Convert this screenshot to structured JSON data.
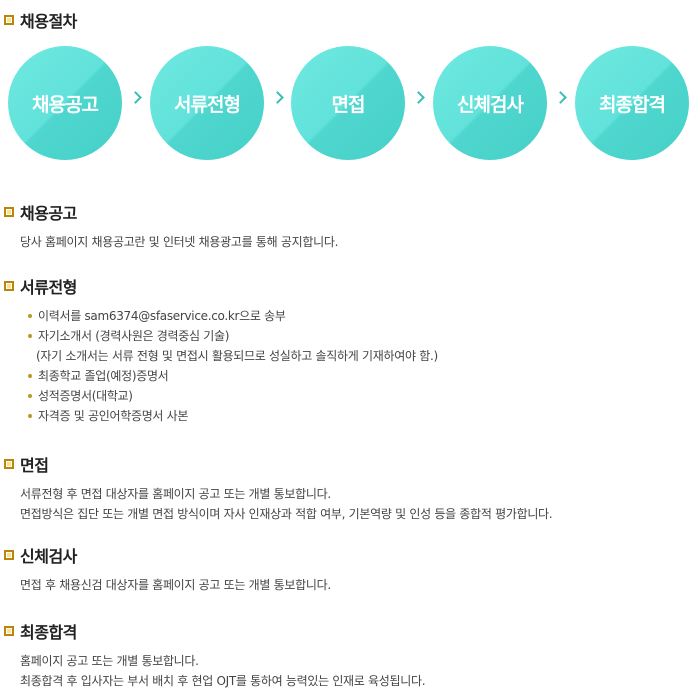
{
  "colors": {
    "accent": "#61e2da",
    "arrow": "#3bbdb5",
    "bullet_box": "#b8860b",
    "bullet_dot": "#b89a2a"
  },
  "process": {
    "title": "채용절차",
    "steps": [
      "채용공고",
      "서류전형",
      "면접",
      "신체검사",
      "최종합격"
    ]
  },
  "recruit_notice": {
    "title": "채용공고",
    "lines": [
      "당사 홈페이지 채용공고란 및 인터넷 채용광고를 통해 공지합니다."
    ]
  },
  "document_screening": {
    "title": "서류전형",
    "items": [
      "이력서를 sam6374@sfaservice.co.kr으로 송부",
      "자기소개서 (경력사원은 경력중심 기술)",
      "(자기 소개서는 서류 전형 및 면접시 활용되므로 성실하고 솔직하게 기재하여야 함.)",
      "최종학교 졸업(예정)증명서",
      "성적증명서(대학교)",
      "자격증 및 공인어학증명서 사본"
    ]
  },
  "interview": {
    "title": "면접",
    "lines": [
      "서류전형 후 면접 대상자를 홈페이지 공고 또는 개별 통보합니다.",
      "면접방식은 집단 또는 개별 면접 방식이며 자사 인재상과 적합 여부, 기본역량 및 인성 등을 종합적 평가합니다."
    ]
  },
  "medical_check": {
    "title": "신체검사",
    "lines": [
      "면접 후 채용신검 대상자를 홈페이지 공고 또는 개별 통보합니다."
    ]
  },
  "final_pass": {
    "title": "최종합격",
    "lines": [
      "홈페이지 공고 또는 개별 통보합니다.",
      "최종합격 후 입사자는 부서 배치 후 현업 OJT를 통하여 능력있는 인재로 육성됩니다."
    ]
  }
}
